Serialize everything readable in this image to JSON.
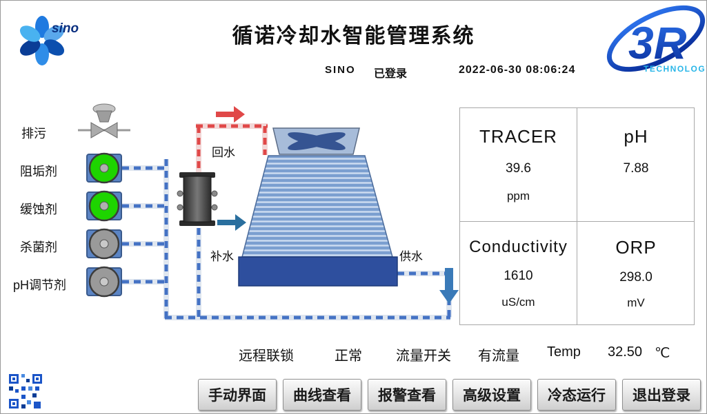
{
  "header": {
    "title": "循诺冷却水智能管理系统",
    "user": "SINO",
    "login_status": "已登录",
    "datetime": "2022-06-30  08:06:24",
    "sino_logo_text": "sino",
    "logo_3r_text": "3R",
    "logo_3r_subtext": "TECHNOLOGY"
  },
  "diagram": {
    "blowdown_label": "排污",
    "scale_inhibitor_label": "阻垢剂",
    "corrosion_inhibitor_label": "缓蚀剂",
    "biocide_label": "杀菌剂",
    "ph_adjuster_label": "pH调节剂",
    "return_water_label": "回水",
    "makeup_water_label": "补水",
    "supply_water_label": "供水"
  },
  "readings": [
    {
      "name": "TRACER",
      "value": "39.6",
      "unit": "ppm"
    },
    {
      "name": "pH",
      "value": "7.88",
      "unit": ""
    },
    {
      "name": "Conductivity",
      "value": "1610",
      "unit": "uS/cm"
    },
    {
      "name": "ORP",
      "value": "298.0",
      "unit": "mV"
    }
  ],
  "status_bar": {
    "interlock_label": "远程联锁",
    "interlock_value": "正常",
    "flow_label": "流量开关",
    "flow_value": "有流量",
    "temp_label": "Temp",
    "temp_value": "32.50",
    "temp_unit": "℃"
  },
  "buttons": [
    "手动界面",
    "曲线查看",
    "报警查看",
    "高级设置",
    "冷态运行",
    "退出登录"
  ],
  "colors": {
    "pipe_blue": "#4472c4",
    "return_pipe_red": "#e04848",
    "pump_running_green": "#1ed400",
    "pump_stopped_gray": "#9a9a9a",
    "basin_blue": "#2e4f9e",
    "logo_blue": "#1b55c8",
    "logo_cyan": "#29b6e8"
  }
}
